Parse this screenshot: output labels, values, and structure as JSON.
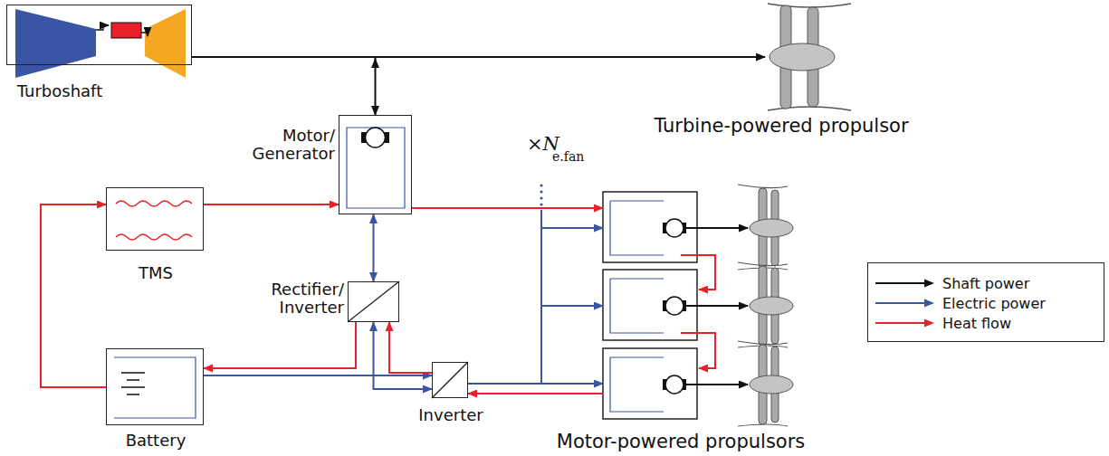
{
  "diagram": {
    "nodes": [
      {
        "text": [
          "Turboshaft"
        ]
      },
      {
        "text": [
          "Turbine-powered propulsor"
        ]
      },
      {
        "text": [
          "Motor/ Generator"
        ]
      },
      {
        "text": [
          "TMS"
        ]
      },
      {
        "text": [
          "Rectifier/ Inverter"
        ]
      },
      {
        "text": [
          "Battery"
        ]
      },
      {
        "text": [
          "Inverter"
        ]
      },
      {
        "text": [
          "Motor-powered propulsors"
        ]
      }
    ],
    "edges": [
      {
        "from": 0,
        "to": 1,
        "arrow": "to"
      },
      {
        "from": 0,
        "to": 2,
        "arrow": "both"
      },
      {
        "from": 2,
        "to": 4,
        "arrow": "both"
      },
      {
        "from": 3,
        "to": 2,
        "arrow": "to"
      },
      {
        "from": 2,
        "to": 7,
        "arrow": "to"
      },
      {
        "from": 5,
        "to": 3,
        "arrow": "to"
      },
      {
        "from": 4,
        "to": 5,
        "arrow": "to"
      },
      {
        "from": 4,
        "to": 6,
        "arrow": "both"
      },
      {
        "from": 5,
        "to": 6,
        "arrow": "to"
      },
      {
        "from": 6,
        "to": 7,
        "arrow": "to"
      },
      {
        "from": 7,
        "to": 6,
        "arrow": "to"
      },
      {
        "from": 6,
        "to": 4,
        "arrow": "to"
      }
    ],
    "labels": [
      "×N",
      "e.fan"
    ],
    "legend": [
      {
        "text": "Shaft power"
      },
      {
        "text": "Electric power"
      },
      {
        "text": "Heat flow"
      }
    ]
  }
}
